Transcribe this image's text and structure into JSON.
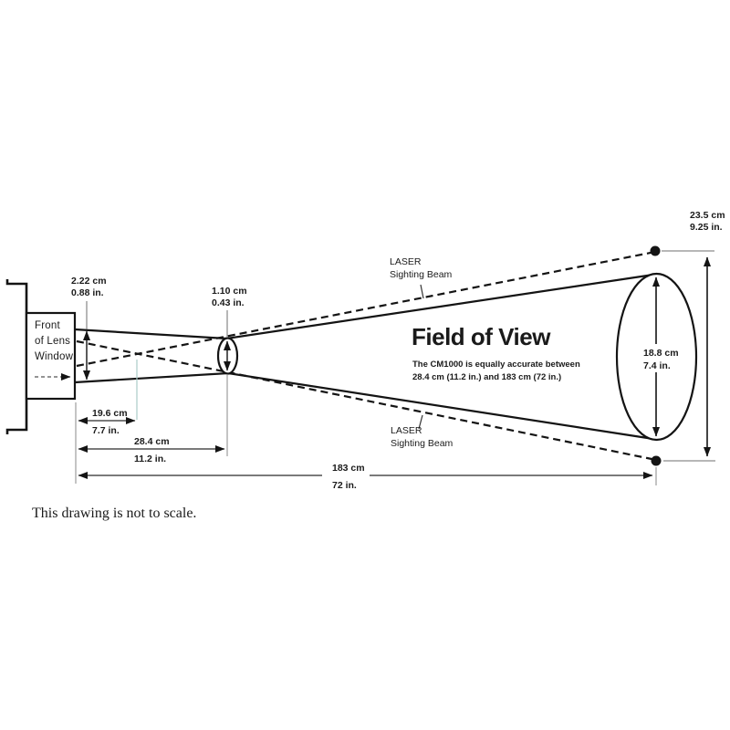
{
  "diagram": {
    "title": "Field of View",
    "subtitle_line1": "The CM1000 is equally accurate between",
    "subtitle_line2": "28.4 cm (11.2 in.) and 183 cm (72 in.)",
    "note": "This drawing is not to scale.",
    "lens_window": {
      "line1": "Front",
      "line2": "of Lens",
      "line3": "Window"
    },
    "laser_top": {
      "line1": "LASER",
      "line2": "Sighting Beam"
    },
    "laser_bottom": {
      "line1": "LASER",
      "line2": "Sighting Beam"
    },
    "dimensions": {
      "window_height": {
        "cm": "2.22 cm",
        "in": "0.88 in."
      },
      "beam_waist": {
        "cm": "1.10 cm",
        "in": "0.43 in."
      },
      "cross_distance": {
        "cm": "19.6 cm",
        "in": "7.7 in."
      },
      "min_accurate_distance": {
        "cm": "28.4 cm",
        "in": "11.2 in."
      },
      "max_distance": {
        "cm": "183 cm",
        "in": "72 in."
      },
      "laser_spread": {
        "cm": "23.5 cm",
        "in": "9.25 in."
      },
      "spot_size": {
        "cm": "18.8 cm",
        "in": "7.4 in."
      }
    },
    "colors": {
      "ink": "#141414",
      "thin_line": "#6f6f6f",
      "extension_teal": "#a9cbc9"
    }
  }
}
